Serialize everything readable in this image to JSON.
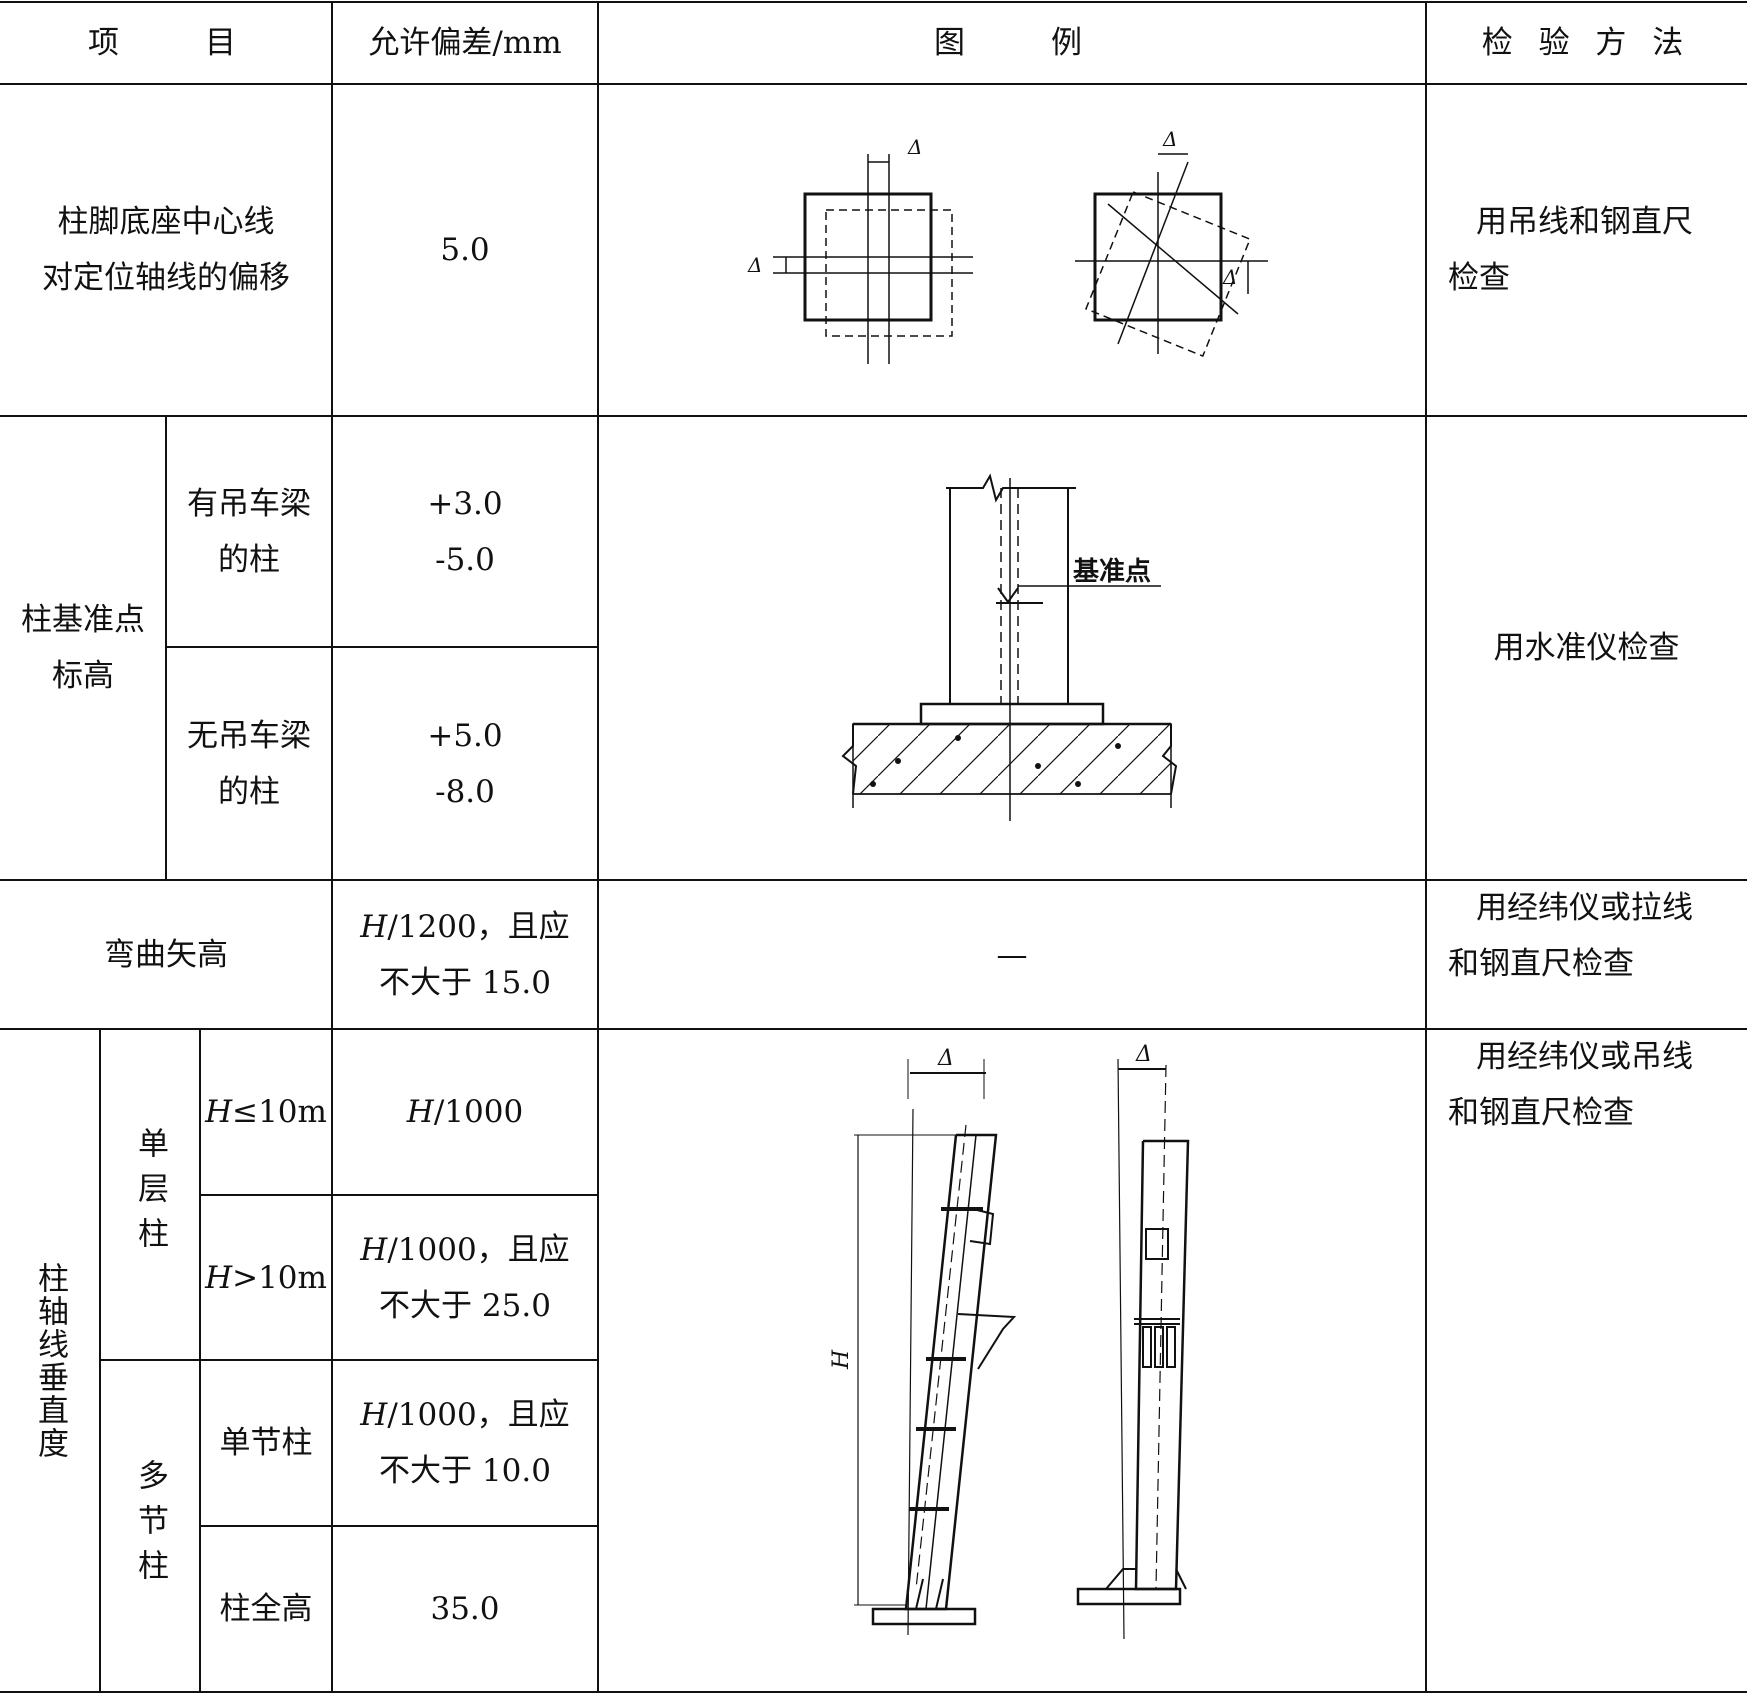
{
  "header": {
    "item": "项　　目",
    "tolerance": "允许偏差/mm",
    "figure": "图　　例",
    "method": "检 验 方 法"
  },
  "rows": {
    "base_offset": {
      "item": "柱脚底座中心线对定位轴线的偏移",
      "item_line1": "柱脚底座中心线",
      "item_line2": "对定位轴线的偏移",
      "tolerance": "5.0",
      "method": "用吊线和钢直尺检查",
      "method_line1": "用吊线和钢直尺",
      "method_line2": "检查",
      "fig_delta_1": "Δ",
      "fig_delta_2": "Δ",
      "fig_delta_3": "Δ",
      "fig_delta_4": "Δ"
    },
    "elevation": {
      "group_line1": "柱基准点",
      "group_line2": "标高",
      "sub1_line1": "有吊车梁",
      "sub1_line2": "的柱",
      "sub1_tol_line1": "+3.0",
      "sub1_tol_line2": "-5.0",
      "sub2_line1": "无吊车梁",
      "sub2_line2": "的柱",
      "sub2_tol_line1": "+5.0",
      "sub2_tol_line2": "-8.0",
      "fig_label": "基准点",
      "method": "用水准仪检查"
    },
    "bending": {
      "item": "弯曲矢高",
      "tol_line1_italic": "H",
      "tol_line1_rest": "/1200，且应",
      "tol_line2": "不大于 15.0",
      "figure": "—",
      "method_line1": "用经纬仪或拉线",
      "method_line2": "和钢直尺检查"
    },
    "verticality": {
      "group": "柱轴线垂直度",
      "single": "单层柱",
      "multi": "多节柱",
      "r1_cond_italic": "H",
      "r1_cond_rest": "≤10m",
      "r1_tol_italic": "H",
      "r1_tol_rest": "/1000",
      "r2_cond_italic": "H",
      "r2_cond_rest": ">10m",
      "r2_tol_italic": "H",
      "r2_tol_rest1": "/1000，且应",
      "r2_tol_line2": "不大于 25.0",
      "r3_cond": "单节柱",
      "r3_tol_italic": "H",
      "r3_tol_rest1": "/1000，且应",
      "r3_tol_line2": "不大于 10.0",
      "r4_cond": "柱全高",
      "r4_tol": "35.0",
      "fig_H": "H",
      "fig_delta_1": "Δ",
      "fig_delta_2": "Δ",
      "method_line1": "用经纬仪或吊线",
      "method_line2": "和钢直尺检查"
    }
  }
}
